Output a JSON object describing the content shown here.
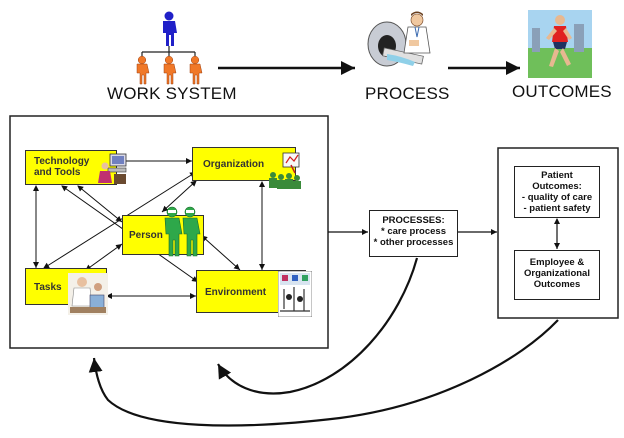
{
  "header": {
    "work_system": "WORK SYSTEM",
    "process": "PROCESS",
    "outcomes": "OUTCOMES"
  },
  "work_system": {
    "technology": "Technology and Tools",
    "organization": "Organization",
    "person": "Person",
    "tasks": "Tasks",
    "environment": "Environment"
  },
  "processes": {
    "title": "PROCESSES:",
    "item1": "* care process",
    "item2": "* other processes"
  },
  "outcomes": {
    "patient": {
      "line1": "Patient",
      "line2": "Outcomes:",
      "line3": "- quality of care",
      "line4": "- patient safety"
    },
    "employee": {
      "line1": "Employee &",
      "line2": "Organizational",
      "line3": "Outcomes"
    }
  },
  "colors": {
    "yellow_box": "#ffff00",
    "person_icon_blue": "#2020c8",
    "person_icon_orange": "#f07828",
    "line": "#111111"
  }
}
